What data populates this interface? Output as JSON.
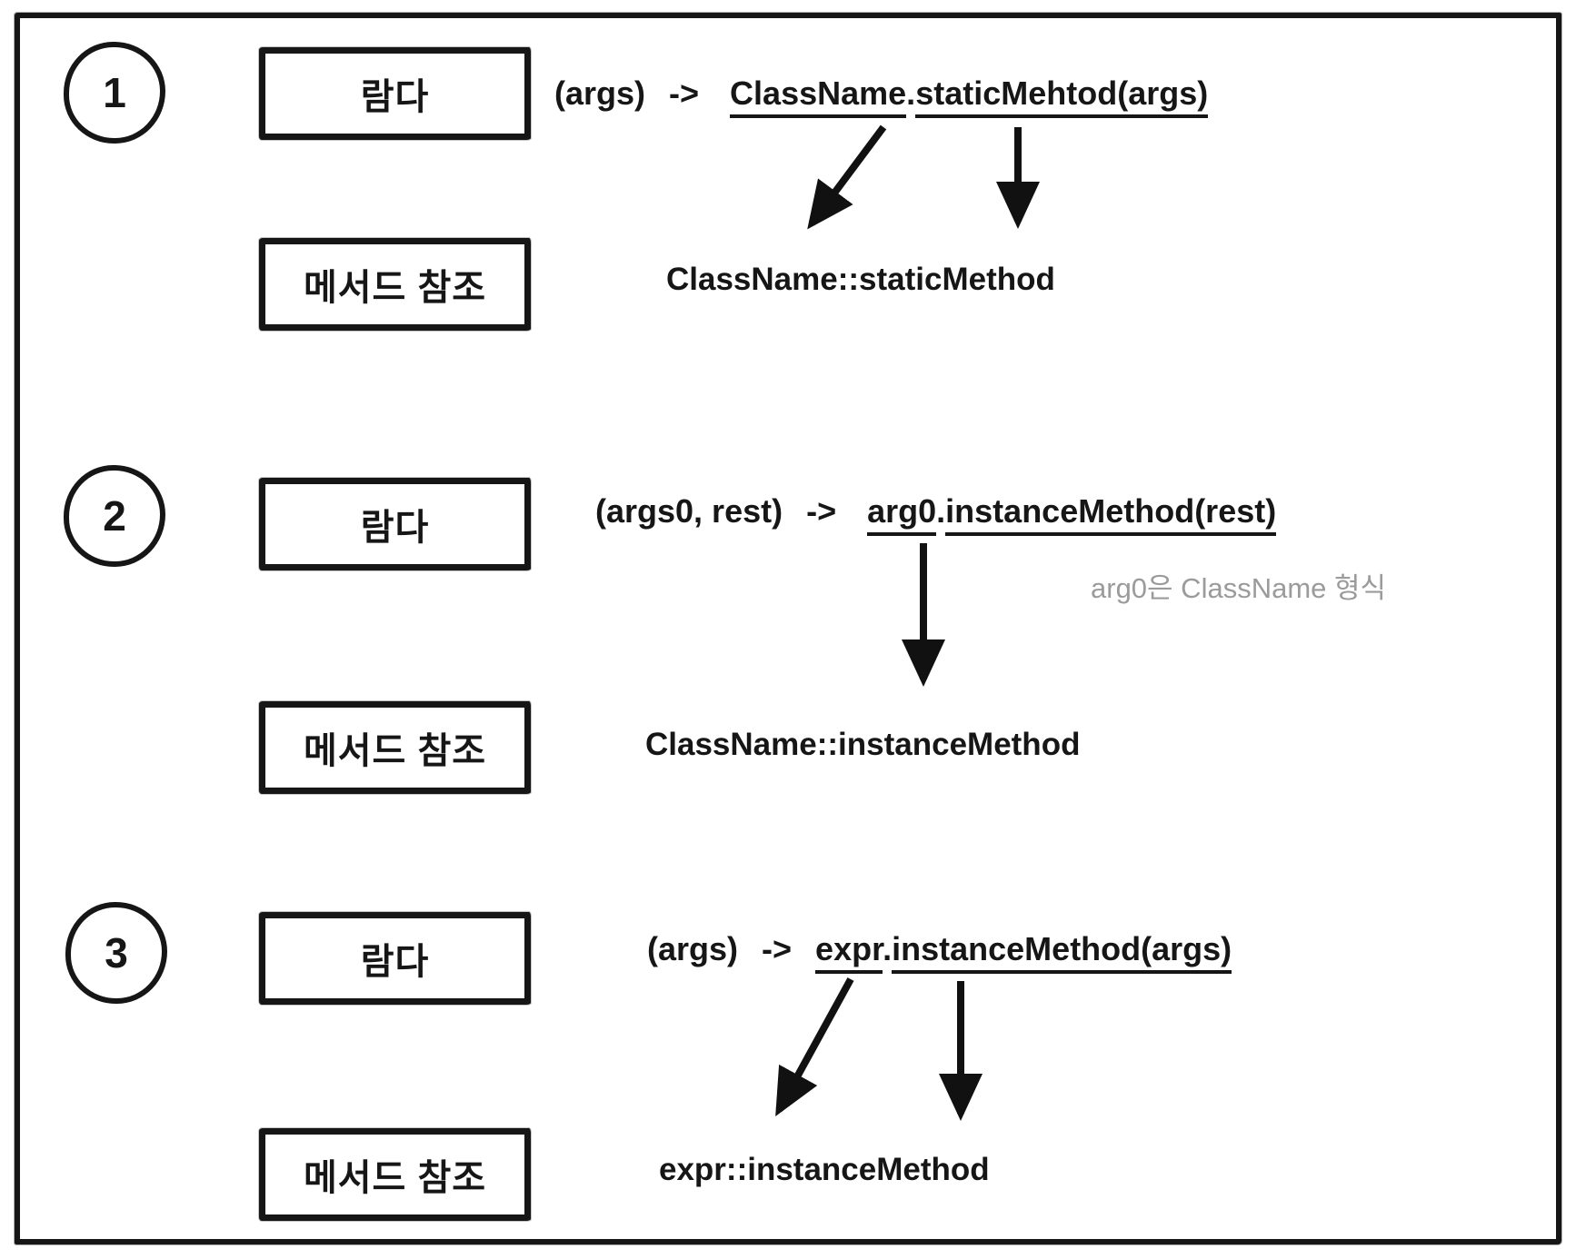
{
  "colors": {
    "ink": "#161616",
    "note_gray": "#9b9b9b",
    "background": "#ffffff"
  },
  "sections": [
    {
      "number": "1",
      "lambda_box_label": "람다",
      "methodref_box_label": "메서드 참조",
      "lambda": {
        "params": "(args)",
        "arrow": "->",
        "receiver": "ClassName",
        "dot": ".",
        "call": "staticMehtod(args)"
      },
      "method_reference": "ClassName::staticMethod"
    },
    {
      "number": "2",
      "lambda_box_label": "람다",
      "methodref_box_label": "메서드 참조",
      "lambda": {
        "params": "(args0, rest)",
        "arrow": "->",
        "receiver": "arg0",
        "dot": ".",
        "call": "instanceMethod(rest)"
      },
      "method_reference": "ClassName::instanceMethod",
      "note": "arg0은 ClassName 형식"
    },
    {
      "number": "3",
      "lambda_box_label": "람다",
      "methodref_box_label": "메서드 참조",
      "lambda": {
        "params": "(args)",
        "arrow": "->",
        "receiver": "expr",
        "dot": ".",
        "call": "instanceMethod(args)"
      },
      "method_reference": "expr::instanceMethod"
    }
  ]
}
